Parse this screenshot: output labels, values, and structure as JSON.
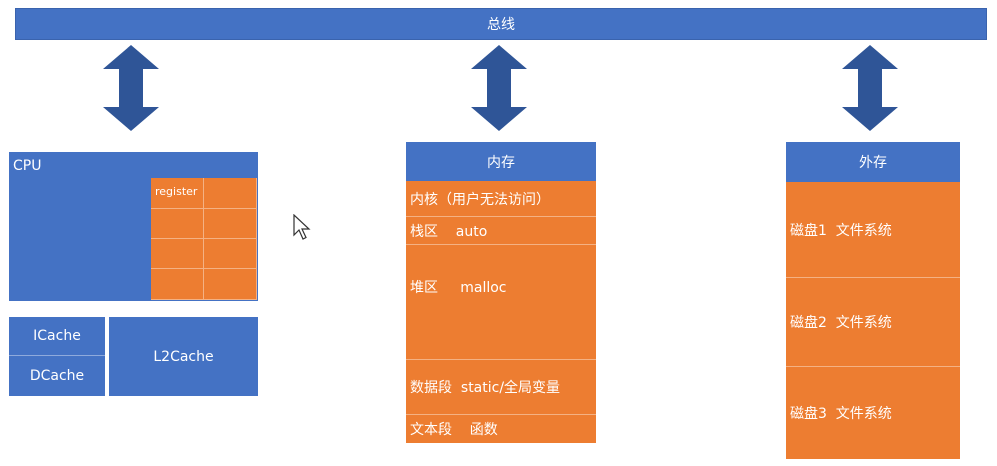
{
  "bus": {
    "label": "总线"
  },
  "cpu": {
    "label": "CPU",
    "register_label": "register",
    "icache_label": "ICache",
    "dcache_label": "DCache",
    "l2cache_label": "L2Cache"
  },
  "memory": {
    "title": "内存",
    "segments": [
      "内核（用户无法访问）",
      "栈区    auto",
      "堆区     malloc",
      "数据段  static/全局变量",
      "文本段    函数"
    ]
  },
  "storage": {
    "title": "外存",
    "disks": [
      "磁盘1  文件系统",
      "磁盘2  文件系统",
      "磁盘3  文件系统"
    ]
  },
  "colors": {
    "blue": "#4472c4",
    "orange": "#ed7d31",
    "arrow": "#2f5597"
  }
}
